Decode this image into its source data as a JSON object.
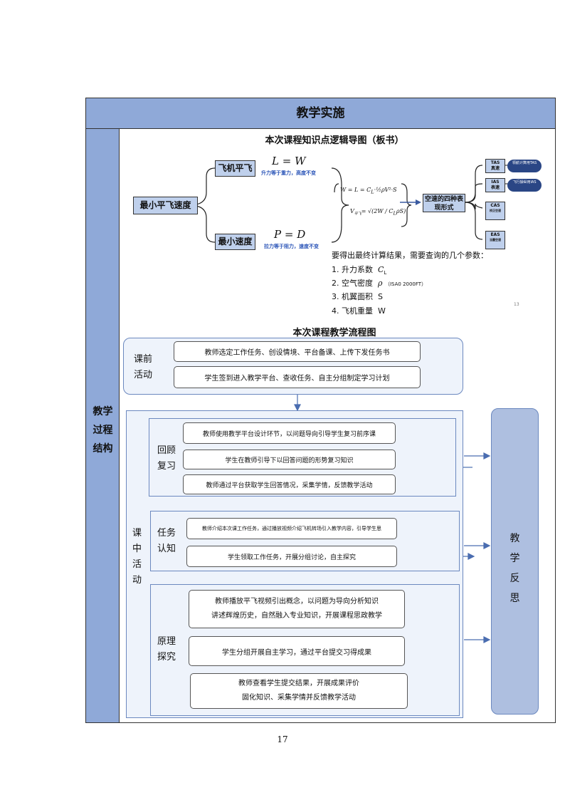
{
  "header": {
    "title": "教学实施"
  },
  "left_label": [
    "教学",
    "过程",
    "结构"
  ],
  "mindmap": {
    "title": "本次课程知识点逻辑导图（板书）",
    "root": "最小平飞速度",
    "branch1": {
      "label": "飞机平飞",
      "formula": "L = W",
      "note": "升力等于重力，高度不变"
    },
    "branch2": {
      "label": "最小速度",
      "formula": "P = D",
      "note": "拉力等于阻力，速度不变"
    },
    "formula_main": "W = L = C",
    "formula_main_sub": "L",
    "formula_main_rest": "·½ρV²·S",
    "formula_v": "V",
    "formula_v_sub": "平飞",
    "formula_v_rest": "= √(2W / C",
    "formula_v_sub2": "L",
    "formula_v_end": "ρS)",
    "four_forms": "空速的四种表现形式",
    "speeds": [
      {
        "abbr": "TAS",
        "name": "真速"
      },
      {
        "abbr": "IAS",
        "name": "表速"
      },
      {
        "abbr": "CAS",
        "name": "校正空速"
      },
      {
        "abbr": "EAS",
        "name": "当量空速"
      }
    ],
    "pills": [
      "领航计算用TAS",
      "飞行操纵用IAS"
    ],
    "params_intro": "要得出最终计算结果，需要查询的几个参数：",
    "params": [
      {
        "text": "1.  升力系数",
        "sym": "C",
        "sub": "L",
        "extra": ""
      },
      {
        "text": "2.  空气密度",
        "sym": "ρ",
        "sub": "",
        "extra": "（ISA0 2000FT）"
      },
      {
        "text": "3.  机翼面积",
        "sym": "S",
        "sub": "",
        "extra": ""
      },
      {
        "text": "4.  飞机重量",
        "sym": "W",
        "sub": "",
        "extra": ""
      }
    ],
    "side_num": "13"
  },
  "flow": {
    "title": "本次课程教学流程图",
    "pre": {
      "label": [
        "课前",
        "活动"
      ],
      "items": [
        "教师选定工作任务、创设情境、平台备课、上传下发任务书",
        "学生签到进入教学平台、查收任务、自主分组制定学习计划"
      ]
    },
    "in_label": [
      "课",
      "中",
      "活",
      "动"
    ],
    "review": {
      "label": [
        "回顾",
        "复习"
      ],
      "items": [
        "教师使用教学平台设计环节，以问题导向引导学生复习前序课",
        "学生在教师引导下以回答问题的形势复习知识",
        "教师通过平台获取学生回答情况，采集学情，反馈教学活动"
      ]
    },
    "task": {
      "label": [
        "任务",
        "认知"
      ],
      "items": [
        "教师介绍本次课工作任务，通过播放视频介绍飞机转场引入教学内容，引导学生思",
        "学生领取工作任务，开展分组讨论，自主探究"
      ]
    },
    "principle": {
      "label": [
        "原理",
        "探究"
      ],
      "items": [
        [
          "教师播放平飞视频引出概念，以问题为导向分析知识",
          "讲述辉煌历史，自然融入专业知识，开展课程思政教学"
        ],
        [
          "学生分组开展自主学习，通过平台提交习得成果"
        ],
        [
          "教师查看学生提交结果，开展成果评价",
          "固化知识、采集学情并反馈教学活动"
        ]
      ]
    },
    "reflect": [
      "教",
      "学",
      "反",
      "思"
    ]
  },
  "page_number": "17"
}
